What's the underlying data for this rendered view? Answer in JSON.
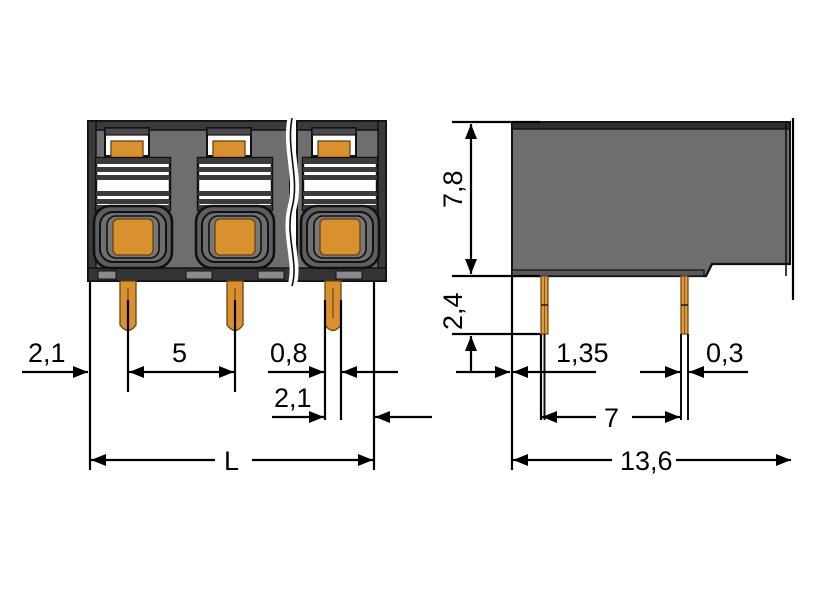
{
  "drawing": {
    "title": "Terminal block dimensional drawing",
    "type": "technical-dimension-drawing",
    "units": "mm",
    "decimal_separator": "comma",
    "views": [
      {
        "id": "front-view",
        "name": "front-view",
        "description": "Front elevation showing three poles with push levers, wire entry openings and solder pins",
        "pole_count": 3,
        "has_break_line": true
      },
      {
        "id": "side-view",
        "name": "side-view",
        "description": "Side elevation showing housing profile, pin projection and bottom notch",
        "pin_count": 2
      }
    ],
    "dimensions": {
      "front": [
        {
          "id": "d-2-1-left",
          "label": "2,1",
          "view": "front",
          "orientation": "horizontal",
          "note": "left edge offset to first pin centre"
        },
        {
          "id": "d-5",
          "label": "5",
          "view": "front",
          "orientation": "horizontal",
          "note": "pole pitch between pin centres"
        },
        {
          "id": "d-0-8",
          "label": "0,8",
          "view": "front",
          "orientation": "horizontal",
          "note": "pin width"
        },
        {
          "id": "d-2-1-lower",
          "label": "2,1",
          "view": "front",
          "orientation": "horizontal",
          "note": "pin to housing edge"
        },
        {
          "id": "d-L",
          "label": "L",
          "view": "front",
          "orientation": "horizontal",
          "note": "overall length, variable"
        }
      ],
      "side": [
        {
          "id": "d-7-8",
          "label": "7,8",
          "view": "side",
          "orientation": "vertical",
          "note": "housing height"
        },
        {
          "id": "d-2-4",
          "label": "2,4",
          "view": "side",
          "orientation": "vertical",
          "note": "pin length below housing"
        },
        {
          "id": "d-1-35",
          "label": "1,35",
          "view": "side",
          "orientation": "horizontal",
          "note": "front edge to first pin"
        },
        {
          "id": "d-0-3",
          "label": "0,3",
          "view": "side",
          "orientation": "horizontal",
          "note": "pin thickness"
        },
        {
          "id": "d-7",
          "label": "7",
          "view": "side",
          "orientation": "horizontal",
          "note": "pin row spacing"
        },
        {
          "id": "d-13-6",
          "label": "13,6",
          "view": "side",
          "orientation": "horizontal",
          "note": "overall depth"
        }
      ]
    },
    "colors": {
      "background": "#ffffff",
      "line": "#000000",
      "housing_dark": "#3e3e40",
      "housing_mid": "#6e6e6e",
      "housing_light": "#7a7a7c",
      "conductor_orange": "#d9902f",
      "conductor_orange_light": "#e09a3c"
    }
  }
}
